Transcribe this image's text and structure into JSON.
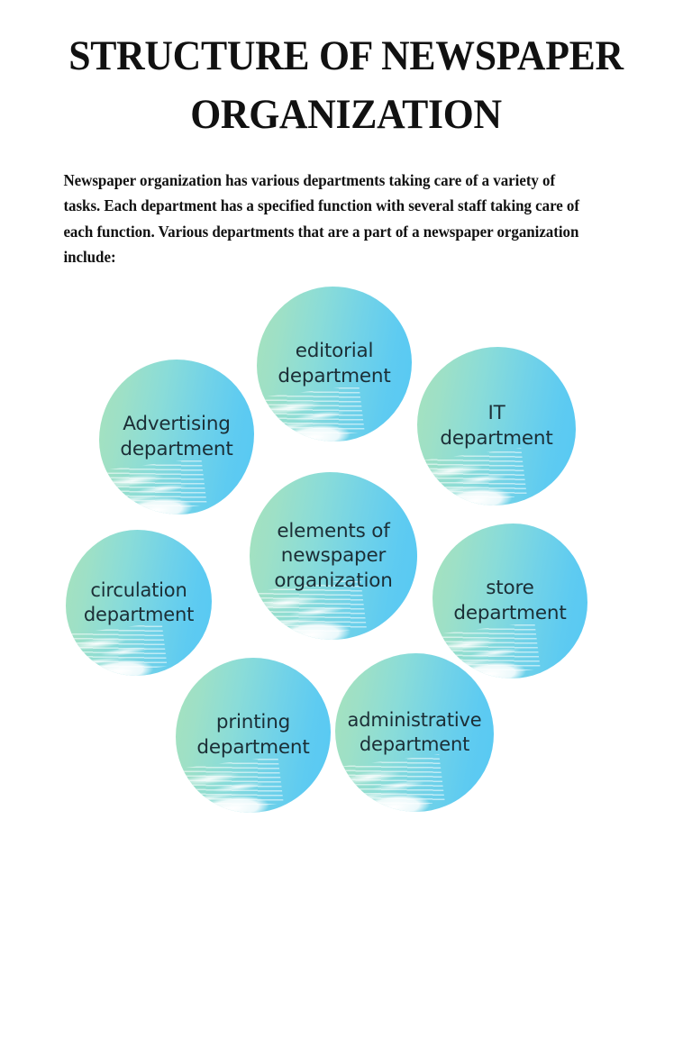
{
  "page": {
    "background_color": "#ffffff",
    "title": "STRUCTURE OF NEWSPAPER ORGANIZATION",
    "title_line_1": "STRUCTURE OF NEWSPAPER",
    "title_line_2": "ORGANIZATION",
    "intro_paragraph": "Newspaper organization has various departments taking care of a variety of tasks. Each department has a specified function with several staff taking care of each function. Various departments that are a part of a newspaper organization include:"
  },
  "colors": {
    "title_text": "#111111",
    "body_text": "#111111",
    "bubble_label_text": "#1b2e36",
    "bubble_gradient_start": "#a6e2bd",
    "bubble_gradient_end": "#57c8f3",
    "page_background": "#ffffff"
  },
  "diagram": {
    "type": "cluster-bubble-diagram",
    "center": {
      "id": "center",
      "label": "elements of newspaper organization",
      "lines": [
        "elements of",
        "newspaper",
        "organization"
      ]
    },
    "bubbles": [
      {
        "id": "editorial",
        "label": "editorial department",
        "lines": [
          "editorial",
          "department"
        ]
      },
      {
        "id": "it",
        "label": "IT department",
        "lines": [
          "IT",
          "department"
        ]
      },
      {
        "id": "store",
        "label": "store department",
        "lines": [
          "store",
          "department"
        ]
      },
      {
        "id": "administrative",
        "label": "administrative department",
        "lines": [
          "administrative",
          "department"
        ]
      },
      {
        "id": "printing",
        "label": "printing department",
        "lines": [
          "printing",
          "department"
        ]
      },
      {
        "id": "circulation",
        "label": "circulation department",
        "lines": [
          "circulation",
          "department"
        ]
      },
      {
        "id": "advertising",
        "label": "Advertising department",
        "lines": [
          "Advertising",
          "department"
        ]
      }
    ]
  }
}
